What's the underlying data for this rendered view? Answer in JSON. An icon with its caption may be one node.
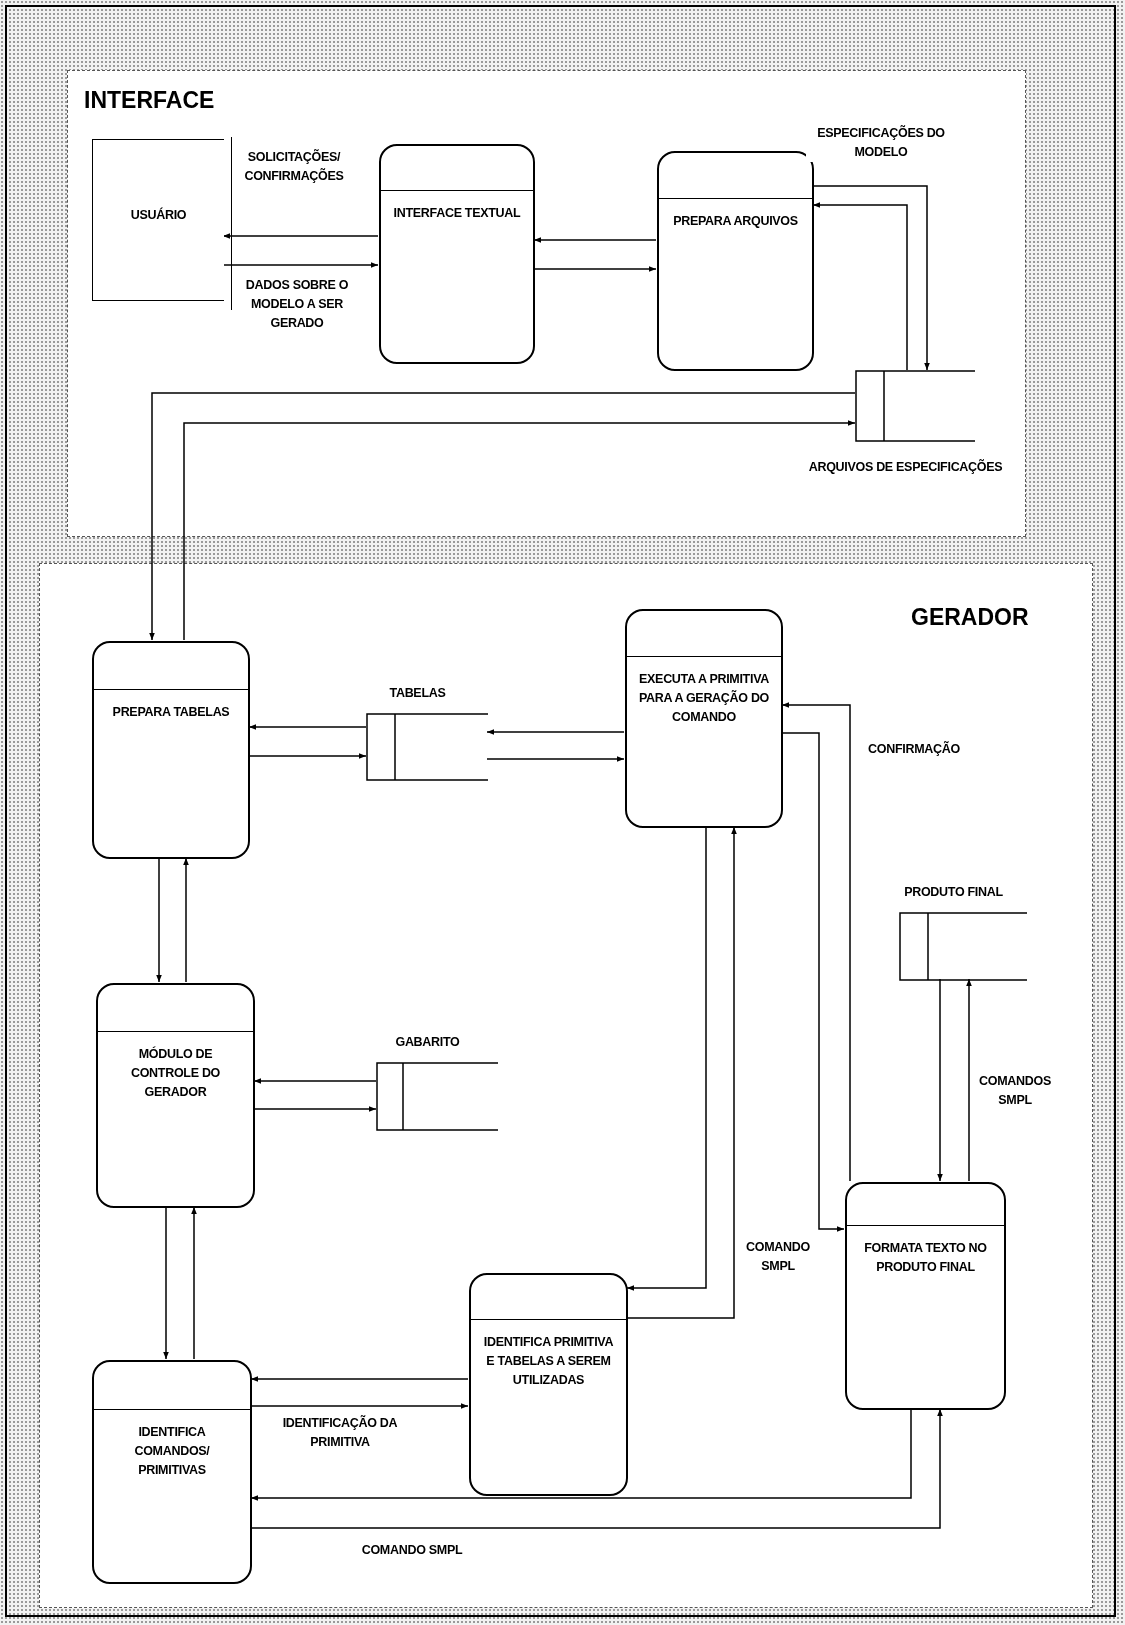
{
  "diagram": {
    "nodes": [
      {
        "text": [
          "INTERFACE"
        ]
      },
      {
        "text": [
          "USUÁRIO"
        ],
        "in": 0
      },
      {
        "text": [
          "INTERFACE TEXTUAL"
        ],
        "in": 0
      },
      {
        "text": [
          "PREPARA ARQUIVOS"
        ],
        "in": 0
      },
      {
        "text": [
          "ARQUIVOS DE ESPECIFICAÇÕES"
        ],
        "in": 0
      },
      {
        "text": [
          "GERADOR"
        ]
      },
      {
        "text": [
          "PREPARA TABELAS"
        ],
        "in": 5
      },
      {
        "text": [
          "TABELAS"
        ],
        "in": 5
      },
      {
        "text": [
          "EXECUTA A PRIMITIVA PARA A GERAÇÃO DO COMANDO"
        ],
        "in": 5
      },
      {
        "text": [
          "MÓDULO DE CONTROLE DO GERADOR"
        ],
        "in": 5
      },
      {
        "text": [
          "GABARITO"
        ],
        "in": 5
      },
      {
        "text": [
          "PRODUTO FINAL"
        ],
        "in": 5
      },
      {
        "text": [
          "IDENTIFICA PRIMITIVA E TABELAS A SEREM UTILIZADAS"
        ],
        "in": 5
      },
      {
        "text": [
          "FORMATA TEXTO NO PRODUTO FINAL"
        ],
        "in": 5
      },
      {
        "text": [
          "IDENTIFICA COMANDOS/ PRIMITIVAS"
        ],
        "in": 5
      }
    ],
    "edges": [
      {
        "from": 2,
        "to": 1,
        "arrow": "to",
        "label": "SOLICITAÇÕES/ CONFIRMAÇÕES"
      },
      {
        "from": 1,
        "to": 2,
        "arrow": "to",
        "label": "DADOS SOBRE O MODELO A SER GERADO"
      },
      {
        "from": 3,
        "to": 2,
        "arrow": "to"
      },
      {
        "from": 2,
        "to": 3,
        "arrow": "to"
      },
      {
        "from": 3,
        "to": 4,
        "arrow": "to",
        "label": "ESPECIFICAÇÕES DO MODELO"
      },
      {
        "from": 4,
        "to": 3,
        "arrow": "to"
      },
      {
        "from": 4,
        "to": 6,
        "arrow": "to"
      },
      {
        "from": 6,
        "to": 4,
        "arrow": "to"
      },
      {
        "from": 7,
        "to": 6,
        "arrow": "to"
      },
      {
        "from": 6,
        "to": 7,
        "arrow": "to"
      },
      {
        "from": 8,
        "to": 7,
        "arrow": "to"
      },
      {
        "from": 7,
        "to": 8,
        "arrow": "to"
      },
      {
        "from": 13,
        "to": 8,
        "arrow": "to",
        "label": "CONFIRMAÇÃO"
      },
      {
        "from": 8,
        "to": 13,
        "arrow": "to",
        "label": "COMANDO SMPL"
      },
      {
        "from": 8,
        "to": 12,
        "arrow": "to"
      },
      {
        "from": 12,
        "to": 8,
        "arrow": "to"
      },
      {
        "from": 11,
        "to": 13,
        "arrow": "to"
      },
      {
        "from": 13,
        "to": 11,
        "arrow": "to",
        "label": "COMANDOS SMPL"
      },
      {
        "from": 6,
        "to": 9,
        "arrow": "to"
      },
      {
        "from": 9,
        "to": 6,
        "arrow": "to"
      },
      {
        "from": 10,
        "to": 9,
        "arrow": "to"
      },
      {
        "from": 9,
        "to": 10,
        "arrow": "to"
      },
      {
        "from": 9,
        "to": 14,
        "arrow": "to"
      },
      {
        "from": 14,
        "to": 9,
        "arrow": "to"
      },
      {
        "from": 12,
        "to": 14,
        "arrow": "to"
      },
      {
        "from": 14,
        "to": 12,
        "arrow": "to",
        "label": "IDENTIFICAÇÃO DA PRIMITIVA"
      },
      {
        "from": 13,
        "to": 14,
        "arrow": "to"
      },
      {
        "from": 14,
        "to": 13,
        "arrow": "to",
        "label": "COMANDO SMPL"
      }
    ]
  }
}
